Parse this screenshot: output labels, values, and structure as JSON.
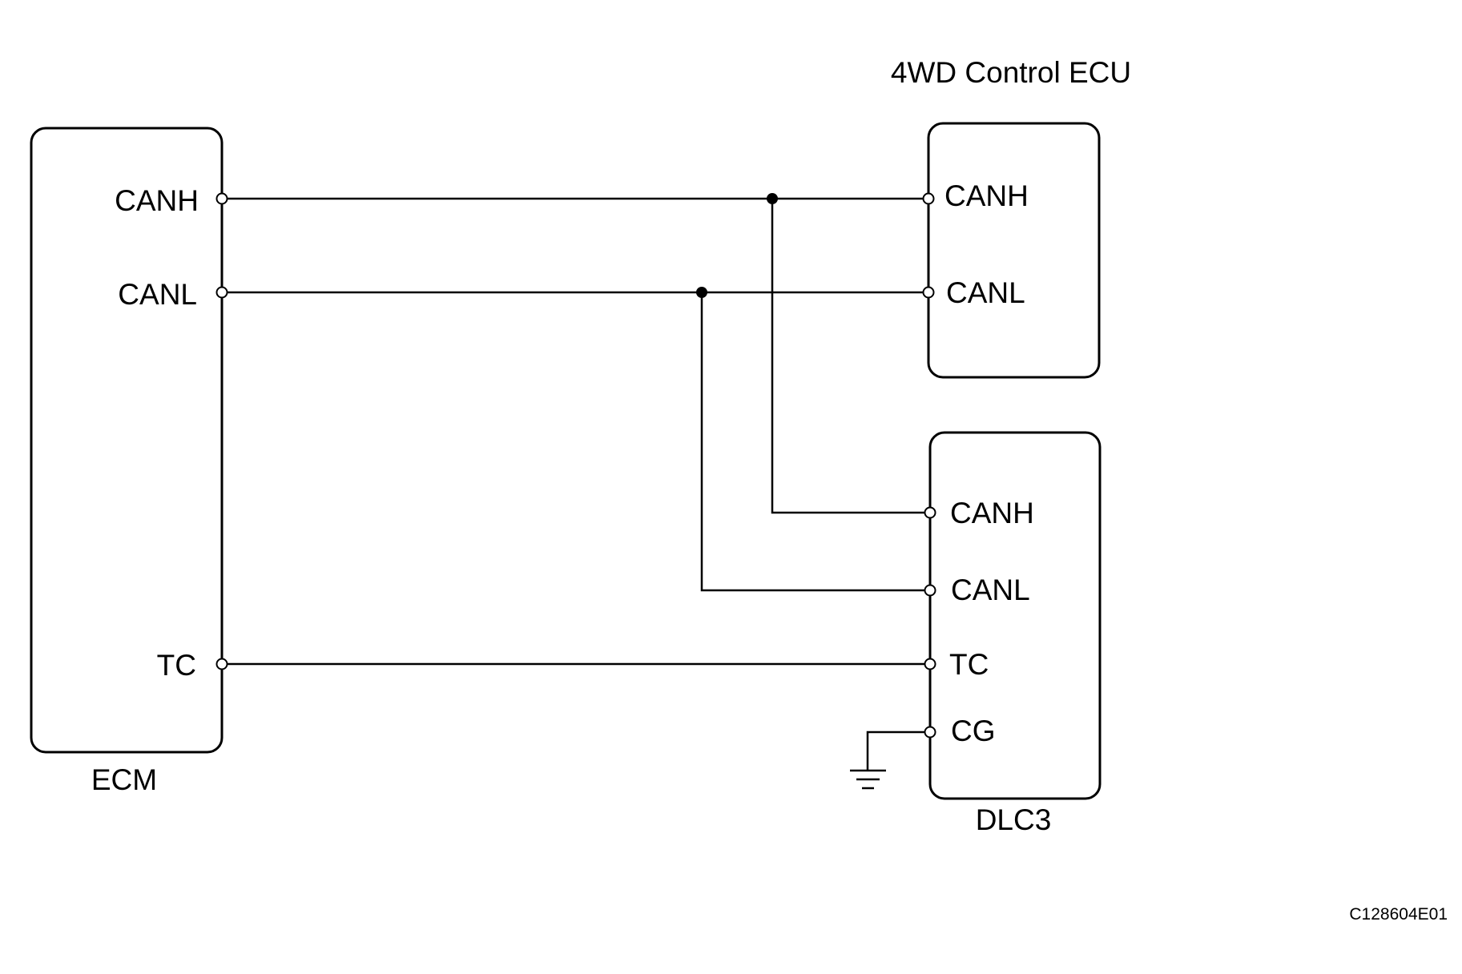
{
  "components": {
    "ecm": {
      "name": "ECM",
      "pins": {
        "canh": "CANH",
        "canl": "CANL",
        "tc": "TC"
      }
    },
    "control_ecu": {
      "name": "4WD Control ECU",
      "pins": {
        "canh": "CANH",
        "canl": "CANL"
      }
    },
    "dlc3": {
      "name": "DLC3",
      "pins": {
        "canh": "CANH",
        "canl": "CANL",
        "tc": "TC",
        "cg": "CG"
      }
    }
  },
  "figure_code": "C128604E01"
}
